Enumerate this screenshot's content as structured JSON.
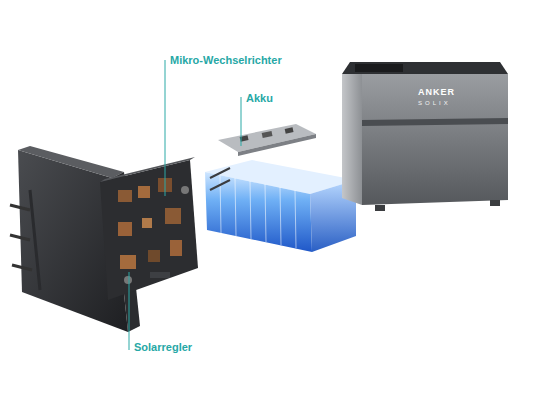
{
  "diagram": {
    "labels": [
      "Mikro-Wechselrichter",
      "Akku",
      "Solarregler",
      "ANKER",
      "SOLIX"
    ]
  }
}
